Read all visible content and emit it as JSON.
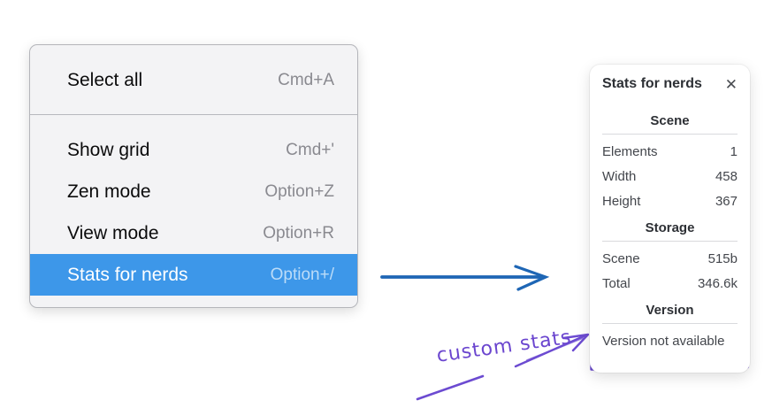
{
  "menu": {
    "groups": [
      {
        "items": [
          {
            "label": "Select all",
            "shortcut": "Cmd+A"
          }
        ]
      },
      {
        "items": [
          {
            "label": "Show grid",
            "shortcut": "Cmd+'"
          },
          {
            "label": "Zen mode",
            "shortcut": "Option+Z"
          },
          {
            "label": "View mode",
            "shortcut": "Option+R"
          },
          {
            "label": "Stats for nerds",
            "shortcut": "Option+/",
            "highlighted": true
          }
        ]
      }
    ]
  },
  "stats_panel": {
    "title": "Stats for nerds",
    "close_glyph": "✕",
    "sections": [
      {
        "header": "Scene",
        "rows": [
          [
            "Elements",
            "1"
          ],
          [
            "Width",
            "458"
          ],
          [
            "Height",
            "367"
          ]
        ]
      },
      {
        "header": "Storage",
        "rows": [
          [
            "Scene",
            "515b"
          ],
          [
            "Total",
            "346.6k"
          ]
        ]
      },
      {
        "header": "Version",
        "note": "Version not available"
      }
    ]
  },
  "annotation": {
    "label": "custom stats"
  },
  "colors": {
    "menu_highlight": "#3d97e9",
    "arrow_blue": "#1e66b5",
    "annotation_purple": "#6c4bd1"
  }
}
